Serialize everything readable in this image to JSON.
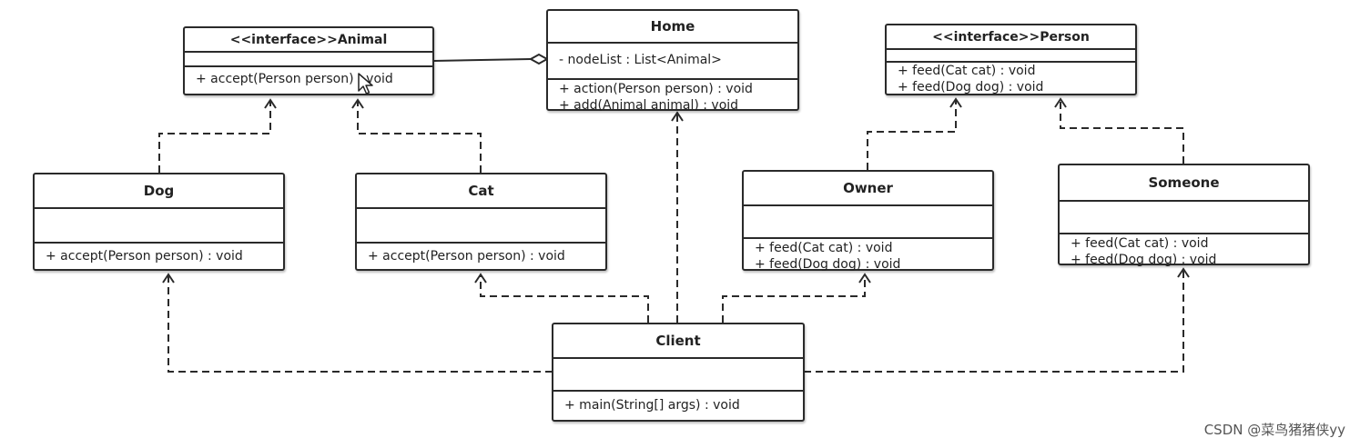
{
  "classes": {
    "animal": {
      "title": "<<interface>>Animal",
      "attrs": [],
      "ops": [
        "+ accept(Person person) : void"
      ]
    },
    "home": {
      "title": "Home",
      "attrs": [
        "- nodeList : List<Animal>"
      ],
      "ops": [
        "+ action(Person person) : void",
        "+ add(Animal animal) : void"
      ]
    },
    "person": {
      "title": "<<interface>>Person",
      "attrs": [],
      "ops": [
        "+ feed(Cat cat) : void",
        "+ feed(Dog dog) : void"
      ]
    },
    "dog": {
      "title": "Dog",
      "attrs": [],
      "ops": [
        "+ accept(Person person) : void"
      ]
    },
    "cat": {
      "title": "Cat",
      "attrs": [],
      "ops": [
        "+ accept(Person person) : void"
      ]
    },
    "owner": {
      "title": "Owner",
      "attrs": [],
      "ops": [
        "+ feed(Cat cat) : void",
        "+ feed(Dog dog) : void"
      ]
    },
    "someone": {
      "title": "Someone",
      "attrs": [],
      "ops": [
        "+ feed(Cat cat) : void",
        "+ feed(Dog dog) : void"
      ]
    },
    "client": {
      "title": "Client",
      "attrs": [],
      "ops": [
        "+ main(String[] args) : void"
      ]
    }
  },
  "watermark": "CSDN @菜鸟猪猪侠yy",
  "colors": {
    "line": "#2a2a2a",
    "background": "#ffffff"
  },
  "icons": {
    "cursor": "mouse-pointer-icon"
  }
}
